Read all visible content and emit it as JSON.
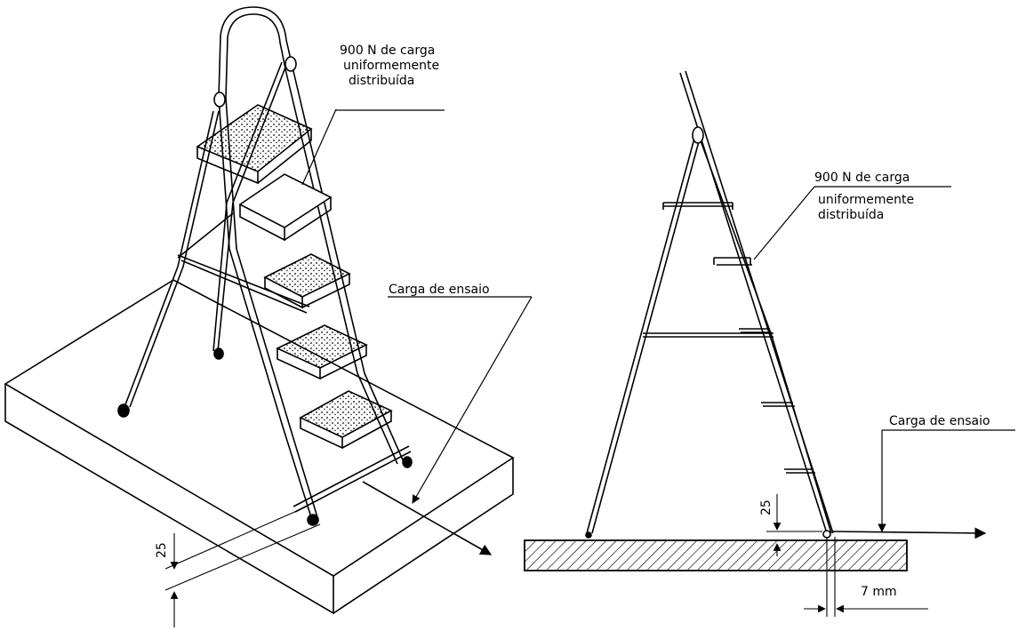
{
  "left_figure": {
    "step_load_label": [
      "900 N de carga",
      "uniformemente",
      "distribuída"
    ],
    "test_load_label": "Carga de ensaio",
    "dimension": "25"
  },
  "right_figure": {
    "step_load_label": [
      "900 N de carga",
      "uniformemente",
      "distribuída"
    ],
    "test_load_label": "Carga de ensaio",
    "vertical_dimension": "25",
    "horizontal_dimension": "7 mm"
  },
  "colors": {
    "ink": "#000000",
    "paper": "#ffffff"
  }
}
